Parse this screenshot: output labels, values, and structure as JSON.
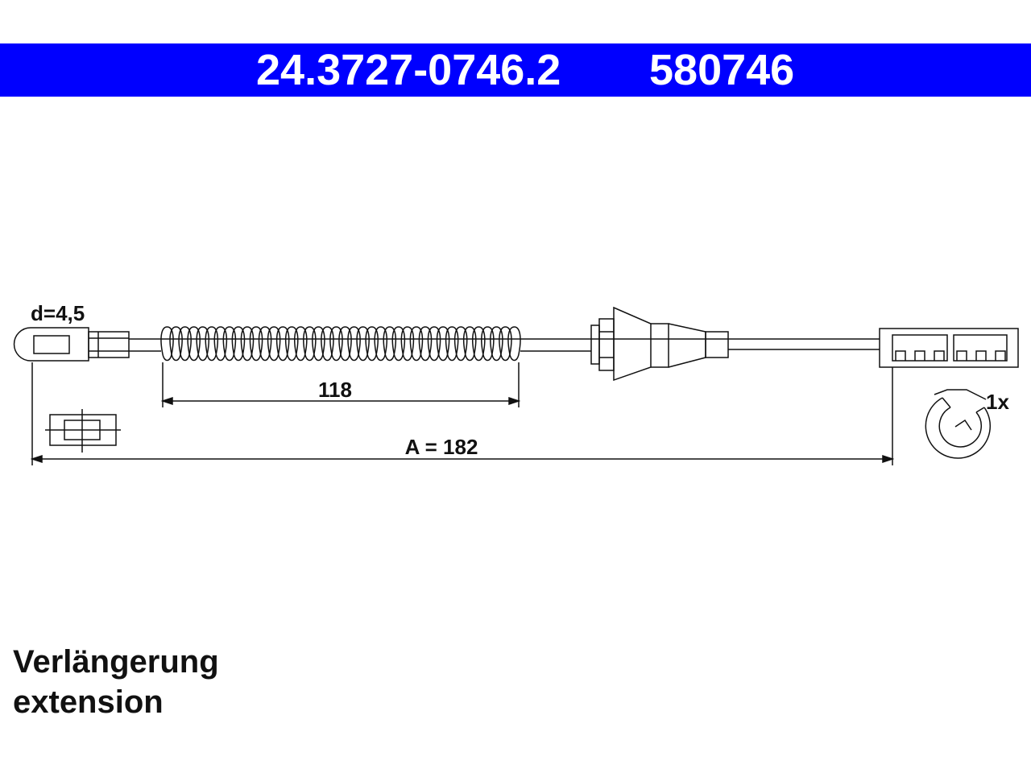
{
  "header": {
    "part_number": "24.3727-0746.2",
    "reference_number": "580746",
    "background_color": "#0000ff",
    "text_color": "#ffffff"
  },
  "drawing": {
    "end_diameter_label": "d=4,5",
    "spring_length_label": "118",
    "total_length_label": "A = 182",
    "clip_quantity_label": "1x",
    "line_color": "#111111",
    "icons": [
      "eye-end-fitting-icon",
      "end-fitting-detail-icon",
      "spring-icon",
      "grommet-icon",
      "bracket-fitting-icon",
      "retaining-clip-icon"
    ]
  },
  "caption": {
    "german": "Verlängerung",
    "english": "extension"
  }
}
